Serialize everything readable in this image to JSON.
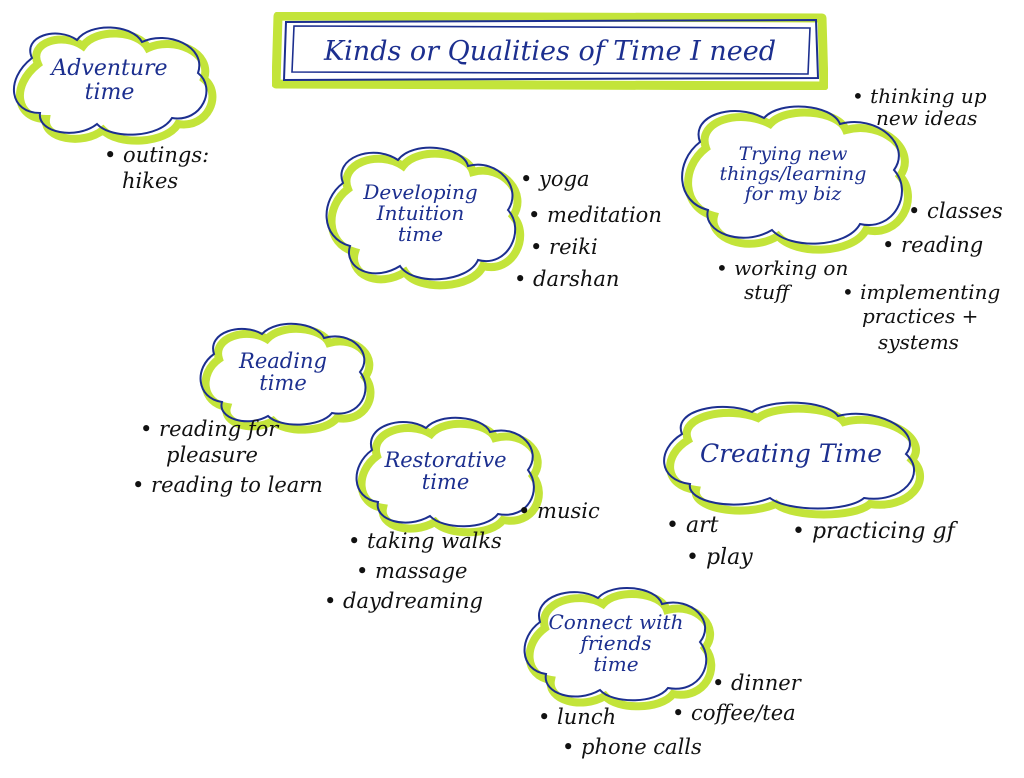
{
  "title": "Kinds or Qualities of Time I need",
  "colors": {
    "ink_blue": "#1c2f8f",
    "highlighter_green": "#c3e43a",
    "ink_black": "#111111"
  },
  "clouds": [
    {
      "lines": [
        "Adventure",
        "time"
      ]
    },
    {
      "lines": [
        "Developing",
        "Intuition",
        "time"
      ]
    },
    {
      "lines": [
        "Trying new",
        "things/learning",
        "for my biz"
      ]
    },
    {
      "lines": [
        "Reading",
        "time"
      ]
    },
    {
      "lines": [
        "Restorative",
        "time"
      ]
    },
    {
      "lines": [
        "Creating Time"
      ]
    },
    {
      "lines": [
        "Connect with",
        "friends",
        "time"
      ]
    }
  ],
  "notes": {
    "adventure": [
      "• outings:",
      "hikes"
    ],
    "intuition": [
      "• yoga",
      "• meditation",
      "• reiki",
      "• darshan"
    ],
    "learning": [
      "• thinking up",
      "new ideas",
      "• classes",
      "• reading",
      "• working on",
      "stuff",
      "• implementing",
      "practices +",
      "systems"
    ],
    "reading": [
      "• reading for",
      "pleasure",
      "• reading to learn"
    ],
    "restorative": [
      "• music",
      "• taking walks",
      "• massage",
      "• daydreaming"
    ],
    "creating": [
      "• art",
      "• play",
      "• practicing gf"
    ],
    "friends": [
      "• dinner",
      "• coffee/tea",
      "• lunch",
      "• phone calls"
    ]
  }
}
